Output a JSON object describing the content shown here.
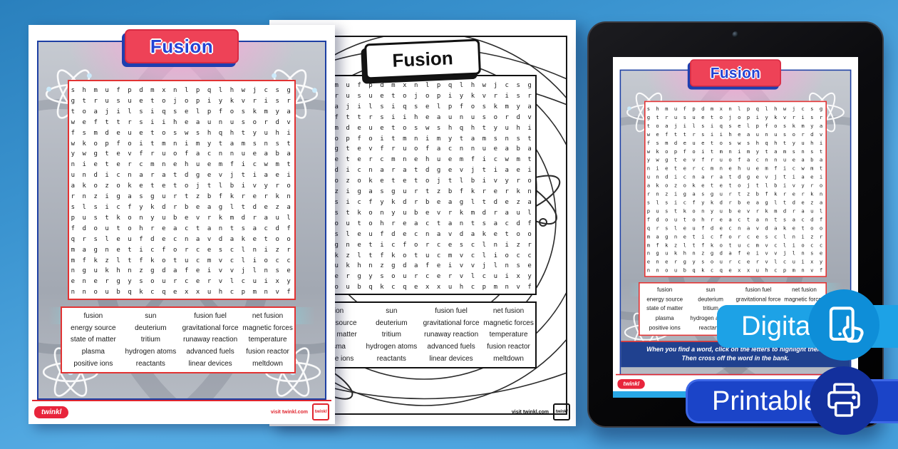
{
  "title": "Fusion",
  "grid": {
    "rows": [
      "s h m u f p d m x n l p q l h w j c s g",
      "g t r u s u e t o j o p i y k v r i s r",
      "t o a j i l s i q s e l p f o s k m y a",
      "w e f t t r s i i h e a u n u s o r d v",
      "f s m d e u e t o s w s h q h t y u h i",
      "w k o p f o i t m n i m y t a m s n s t",
      "y w g t e v f r u o f a c n n u e a b a",
      "n i e t e r c m n e h u e m f i c w m t",
      "u n d i c n a r a t d g e v j t i a e i",
      "a k o z o k e t e t o j t l b i v y r o",
      "r n z i g a s g u r t z b f k r e r k n",
      "s l s i c f y k d r b e a g l t d e z a",
      "p u s t k o n y u b e v r k m d r a u l",
      "f d o u t o h r e a c t a n t s a c d f",
      "q r s l e u f d e c n a v d a k e t o o",
      "m a g n e t i c f o r c e s c l n i z r",
      "m f k z l t f k o t u c m v c l i o c c",
      "n g u k h n z g d a f e i v v j l n s e",
      "e n e r g y s o u r c e r v l c u i x y",
      "n n o u b q k c q e x x u h c p m n v f"
    ]
  },
  "bank": {
    "rows": [
      [
        "fusion",
        "sun",
        "fusion fuel",
        "net fusion"
      ],
      [
        "energy source",
        "deuterium",
        "gravitational force",
        "magnetic forces"
      ],
      [
        "state of matter",
        "tritium",
        "runaway reaction",
        "temperature"
      ],
      [
        "plasma",
        "hydrogen atoms",
        "advanced fuels",
        "fusion reactor"
      ],
      [
        "positive ions",
        "reactants",
        "linear devices",
        "meltdown"
      ]
    ]
  },
  "footer": {
    "logo": "twinkl",
    "visit": "visit twinkl.com",
    "stamp": "twinkl"
  },
  "tablet": {
    "instruction_line1": "When you find a word, click on the letters to highlight them.",
    "instruction_line2": "Then cross off the word in the bank."
  },
  "badges": {
    "digital": "Digital",
    "printable": "Printable"
  },
  "icons": {
    "digital": "tablet-touch-icon",
    "printable": "printer-icon",
    "decoration": "atom-icon"
  },
  "colors": {
    "background_blue": "#4aa4de",
    "accent_red": "#e23333",
    "frame_blue": "#1d3fa3",
    "title_blue": "#2443d4",
    "title_badge_red": "#ee4257",
    "digital_badge": "#1da2e6",
    "printable_badge": "#1b44c8",
    "instruction_bar": "#20418f"
  }
}
